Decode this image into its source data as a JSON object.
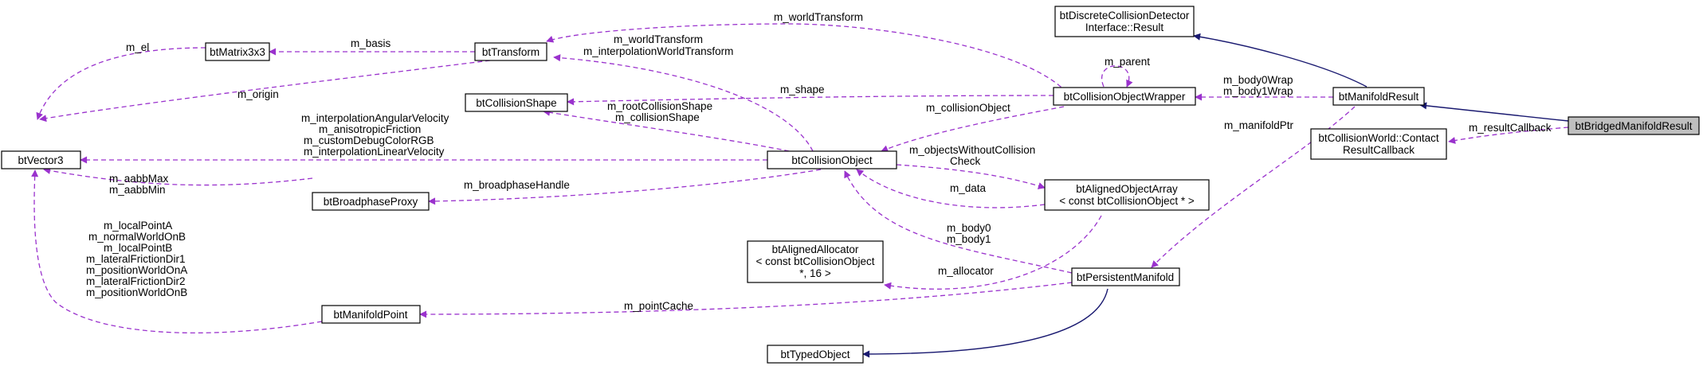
{
  "nodes": {
    "btVector3": "btVector3",
    "btMatrix3x3": "btMatrix3x3",
    "btTransform": "btTransform",
    "btCollisionShape": "btCollisionShape",
    "btBroadphaseProxy": "btBroadphaseProxy",
    "btManifoldPoint": "btManifoldPoint",
    "btCollisionObject": "btCollisionObject",
    "btAlignedAllocator": [
      "btAlignedAllocator",
      "< const btCollisionObject",
      "*, 16 >"
    ],
    "btTypedObject": "btTypedObject",
    "btCollisionObjectWrapper": "btCollisionObjectWrapper",
    "btAlignedObjectArray": [
      "btAlignedObjectArray",
      "< const btCollisionObject * >"
    ],
    "btPersistentManifold": "btPersistentManifold",
    "btDiscreteCollisionDetectorInterfaceResult": [
      "btDiscreteCollisionDetector",
      "Interface::Result"
    ],
    "btManifoldResult": "btManifoldResult",
    "btCollisionWorldContactResultCallback": [
      "btCollisionWorld::Contact",
      "ResultCallback"
    ],
    "btBridgedManifoldResult": "btBridgedManifoldResult"
  },
  "edges": {
    "m_el": "m_el",
    "m_basis": "m_basis",
    "m_origin": "m_origin",
    "m_worldTransform_top": "m_worldTransform",
    "m_worldTransform_interp": [
      "m_worldTransform",
      "m_interpolationWorldTransform"
    ],
    "m_shape": "m_shape",
    "m_parent": "m_parent",
    "m_rootCollisionShape": [
      "m_rootCollisionShape",
      "m_collisionShape"
    ],
    "m_collisionObject": "m_collisionObject",
    "m_vector_members": [
      "m_interpolationAngularVelocity",
      "m_anisotropicFriction",
      "m_customDebugColorRGB",
      "m_interpolationLinearVelocity"
    ],
    "m_aabb": [
      "m_aabbMax",
      "m_aabbMin"
    ],
    "m_broadphaseHandle": "m_broadphaseHandle",
    "m_objectsWithoutCollisionCheck": [
      "m_objectsWithoutCollision",
      "Check"
    ],
    "m_data": "m_data",
    "m_body0_body1": [
      "m_body0",
      "m_body1"
    ],
    "m_allocator": "m_allocator",
    "m_pointCache": "m_pointCache",
    "m_point_members": [
      "m_localPointA",
      "m_normalWorldOnB",
      "m_localPointB",
      "m_lateralFrictionDir1",
      "m_positionWorldOnA",
      "m_lateralFrictionDir2",
      "m_positionWorldOnB"
    ],
    "m_bodyWrap": [
      "m_body0Wrap",
      "m_body1Wrap"
    ],
    "m_manifoldPtr": "m_manifoldPtr",
    "m_resultCallback": "m_resultCallback"
  }
}
